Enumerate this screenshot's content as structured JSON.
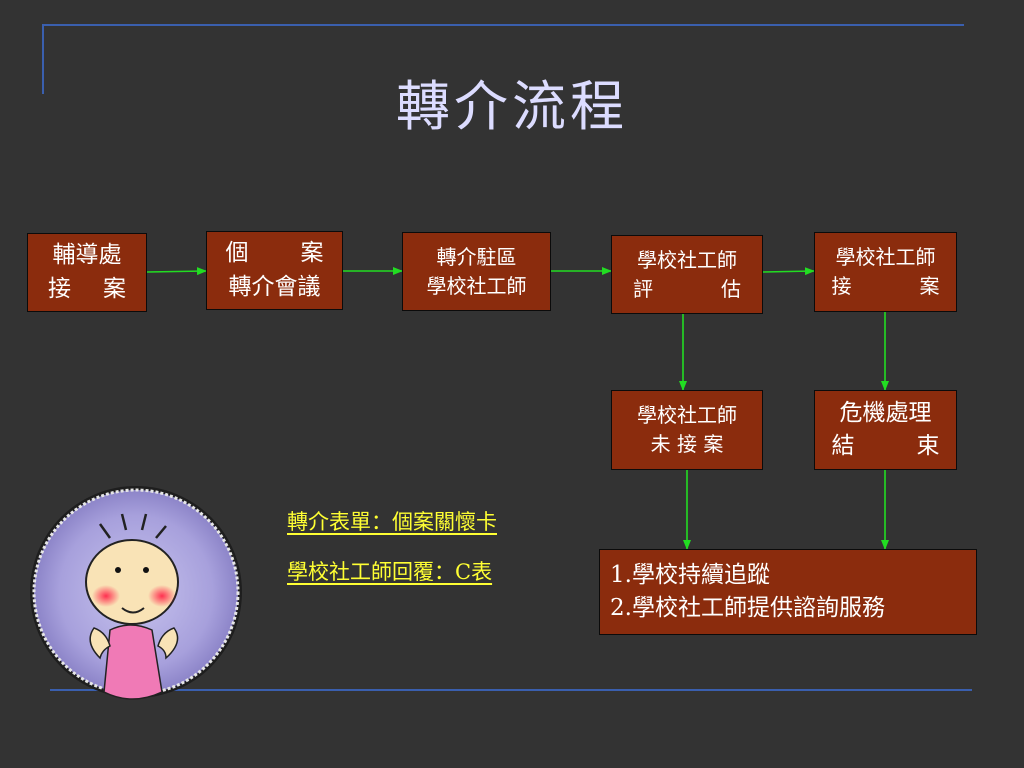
{
  "slide": {
    "title": "轉介流程",
    "colors": {
      "background": "#333333",
      "box_fill": "#8b2c0d",
      "arrow": "#22dd22",
      "note_text": "#ffff33",
      "rule": "#3a5fae"
    }
  },
  "flow": {
    "guidance_office": {
      "line1": "輔導處",
      "line2a": "接",
      "line2b": "案"
    },
    "case_meeting": {
      "line1a": "個",
      "line1b": "案",
      "line2": "轉介會議"
    },
    "district_social_worker": {
      "line1": "轉介駐區",
      "line2": "學校社工師"
    },
    "assessment": {
      "line1": "學校社工師",
      "line2a": "評",
      "line2b": "估"
    },
    "accepted": {
      "line1": "學校社工師",
      "line2a": "接",
      "line2b": "案"
    },
    "not_accepted": {
      "line1": "學校社工師",
      "line2": "未 接 案"
    },
    "crisis_closed": {
      "line1": "危機處理",
      "line2a": "結",
      "line2b": "束"
    },
    "follow_up": {
      "line1": "1.學校持續追蹤",
      "line2": "2.學校社工師提供諮詢服務"
    }
  },
  "notes": {
    "referral_form": "轉介表單：個案關懷卡",
    "reply": "學校社工師回覆：C表"
  },
  "illustration": {
    "icon": "cartoon-girl-icon"
  }
}
